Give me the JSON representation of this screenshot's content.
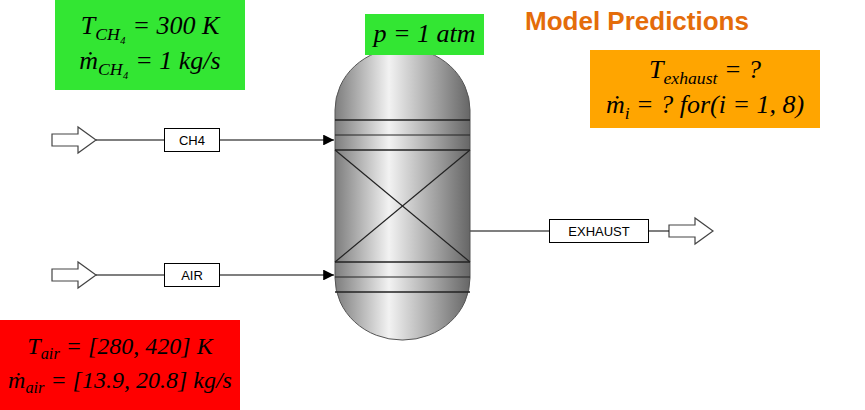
{
  "diagram": {
    "nodes": [
      {
        "text": [
          "TCH₄ = 300 K",
          "ṁCH₄ = 1 kg/s"
        ]
      },
      {
        "text": [
          "p = 1 atm"
        ]
      },
      {
        "text": [
          "Texhaust = ?",
          "ṁi = ? for(i = 1, 8)"
        ]
      },
      {
        "text": [
          "CH4"
        ]
      },
      {
        "text": [
          "EXHAUST"
        ]
      },
      {
        "text": [
          "AIR"
        ]
      },
      {
        "text": [
          "Tair = [280, 420] K",
          "ṁair = [13.9, 20.8] kg/s"
        ]
      }
    ],
    "labels": [
      "Model Predictions"
    ]
  }
}
